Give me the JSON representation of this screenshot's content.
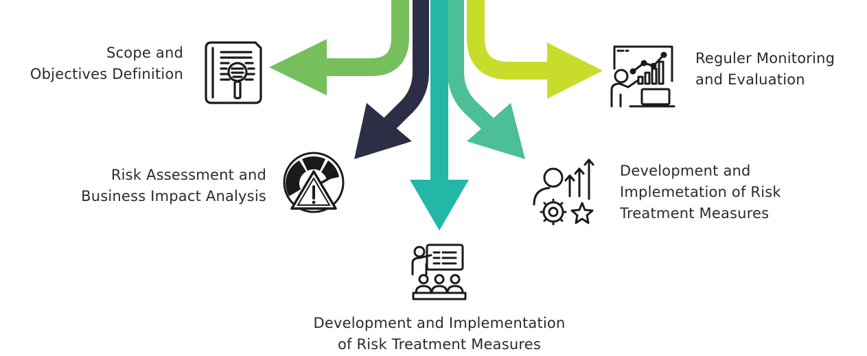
{
  "colors": {
    "green": "#76bf5c",
    "navy": "#2b2e45",
    "teal": "#23b7a8",
    "mint": "#4bbf96",
    "lime": "#c8dc2c",
    "icon": "#1a1a1a"
  },
  "icons": {
    "scope": "document-magnifier-icon",
    "risk": "warning-gauge-icon",
    "training": "presentation-audience-icon",
    "treatment": "person-gear-star-arrows-icon",
    "monitoring": "analyst-chart-laptop-icon"
  },
  "labels": {
    "scope": {
      "line1": "Scope and",
      "line2": "Objectives Definition"
    },
    "risk": {
      "line1": "Risk Assessment and",
      "line2": "Business Impact Analysis"
    },
    "training": {
      "line1": "Development and Implementation",
      "line2": "of Risk Treatment Measures"
    },
    "treatment": {
      "line1": "Development and",
      "line2": "Implemetation of Risk",
      "line3": "Treatment Measures"
    },
    "monitoring": {
      "line1": "Reguler Monitoring",
      "line2": "and Evaluation"
    }
  }
}
